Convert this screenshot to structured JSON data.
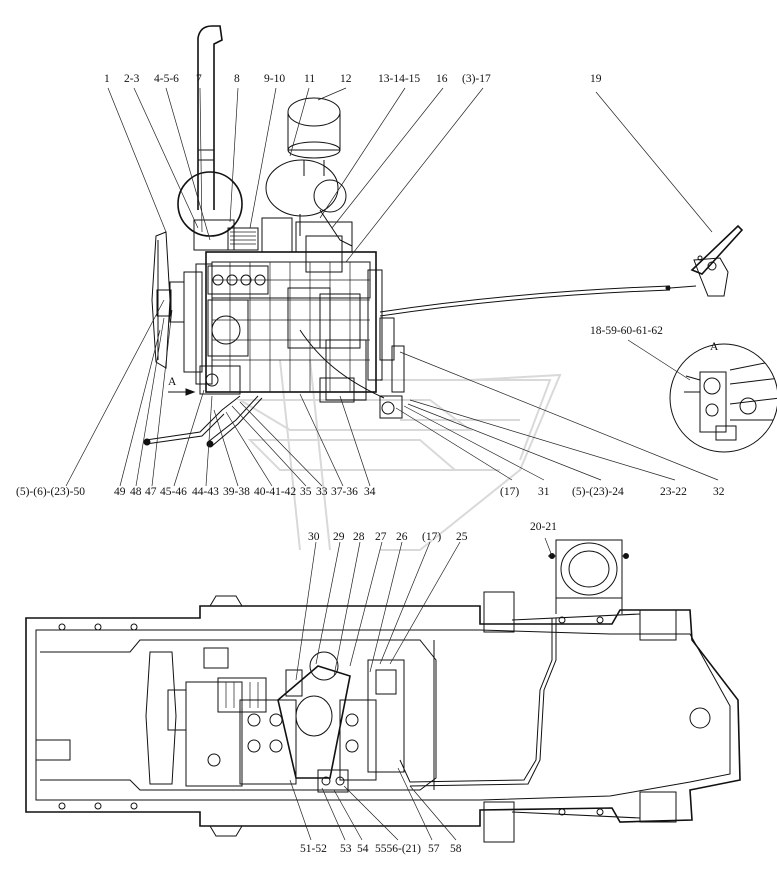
{
  "top_view": {
    "callouts_top": [
      "1",
      "2-3",
      "4-5-6",
      "7",
      "8",
      "9-10",
      "11",
      "12",
      "13-14-15",
      "16",
      "(3)-17",
      "19"
    ],
    "callouts_right": [
      "18-59-60-61-62"
    ],
    "callouts_bottom": [
      "(5)-(6)-(23)-50",
      "49",
      "48",
      "47",
      "45-46",
      "44-43",
      "39-38",
      "40-41-42",
      "35",
      "33",
      "37-36",
      "34",
      "(17)",
      "31",
      "(5)-(23)-24",
      "23-22",
      "32"
    ],
    "view_marker": "A"
  },
  "bottom_view": {
    "callouts_top": [
      "30",
      "29",
      "28",
      "27",
      "26",
      "(17)",
      "25",
      "20-21"
    ],
    "callouts_bottom": [
      "51-52",
      "53",
      "54",
      "5556-(21)",
      "57",
      "58"
    ]
  }
}
